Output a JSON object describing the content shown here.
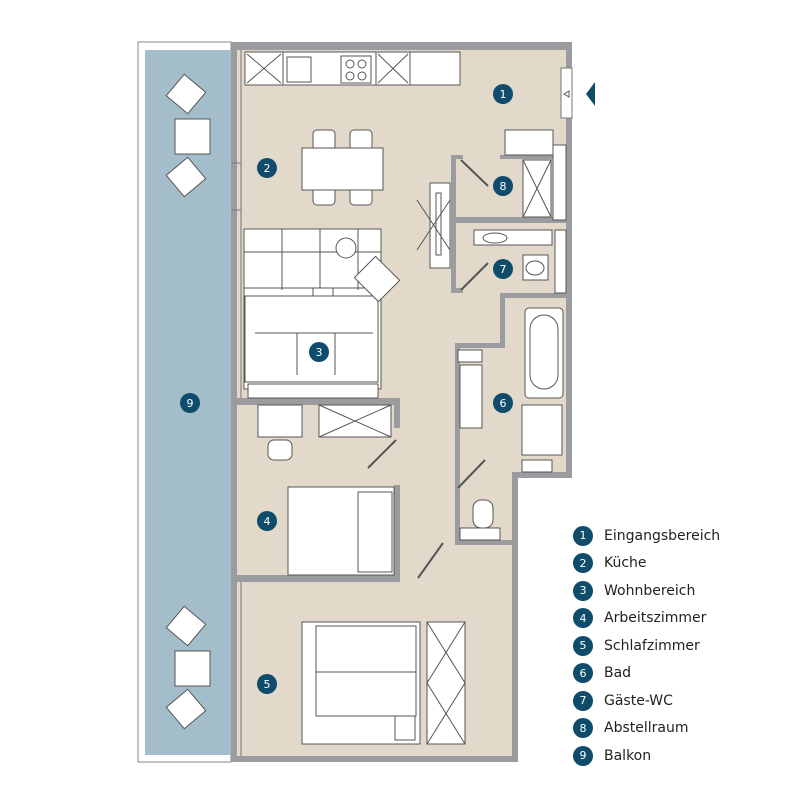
{
  "colors": {
    "floor": "#e2d9cb",
    "wall": "#9b9ca0",
    "balcony": "#a3bdca",
    "marker": "#0f4c6b",
    "furniture": "#ffffff"
  },
  "rooms": [
    {
      "number": "1",
      "label": "Eingangsbereich"
    },
    {
      "number": "2",
      "label": "Küche"
    },
    {
      "number": "3",
      "label": "Wohnbereich"
    },
    {
      "number": "4",
      "label": "Arbeitszimmer"
    },
    {
      "number": "5",
      "label": "Schlafzimmer"
    },
    {
      "number": "6",
      "label": "Bad"
    },
    {
      "number": "7",
      "label": "Gäste-WC"
    },
    {
      "number": "8",
      "label": "Abstellraum"
    },
    {
      "number": "9",
      "label": "Balkon"
    }
  ],
  "entrance_icon": "entrance-arrow-icon"
}
